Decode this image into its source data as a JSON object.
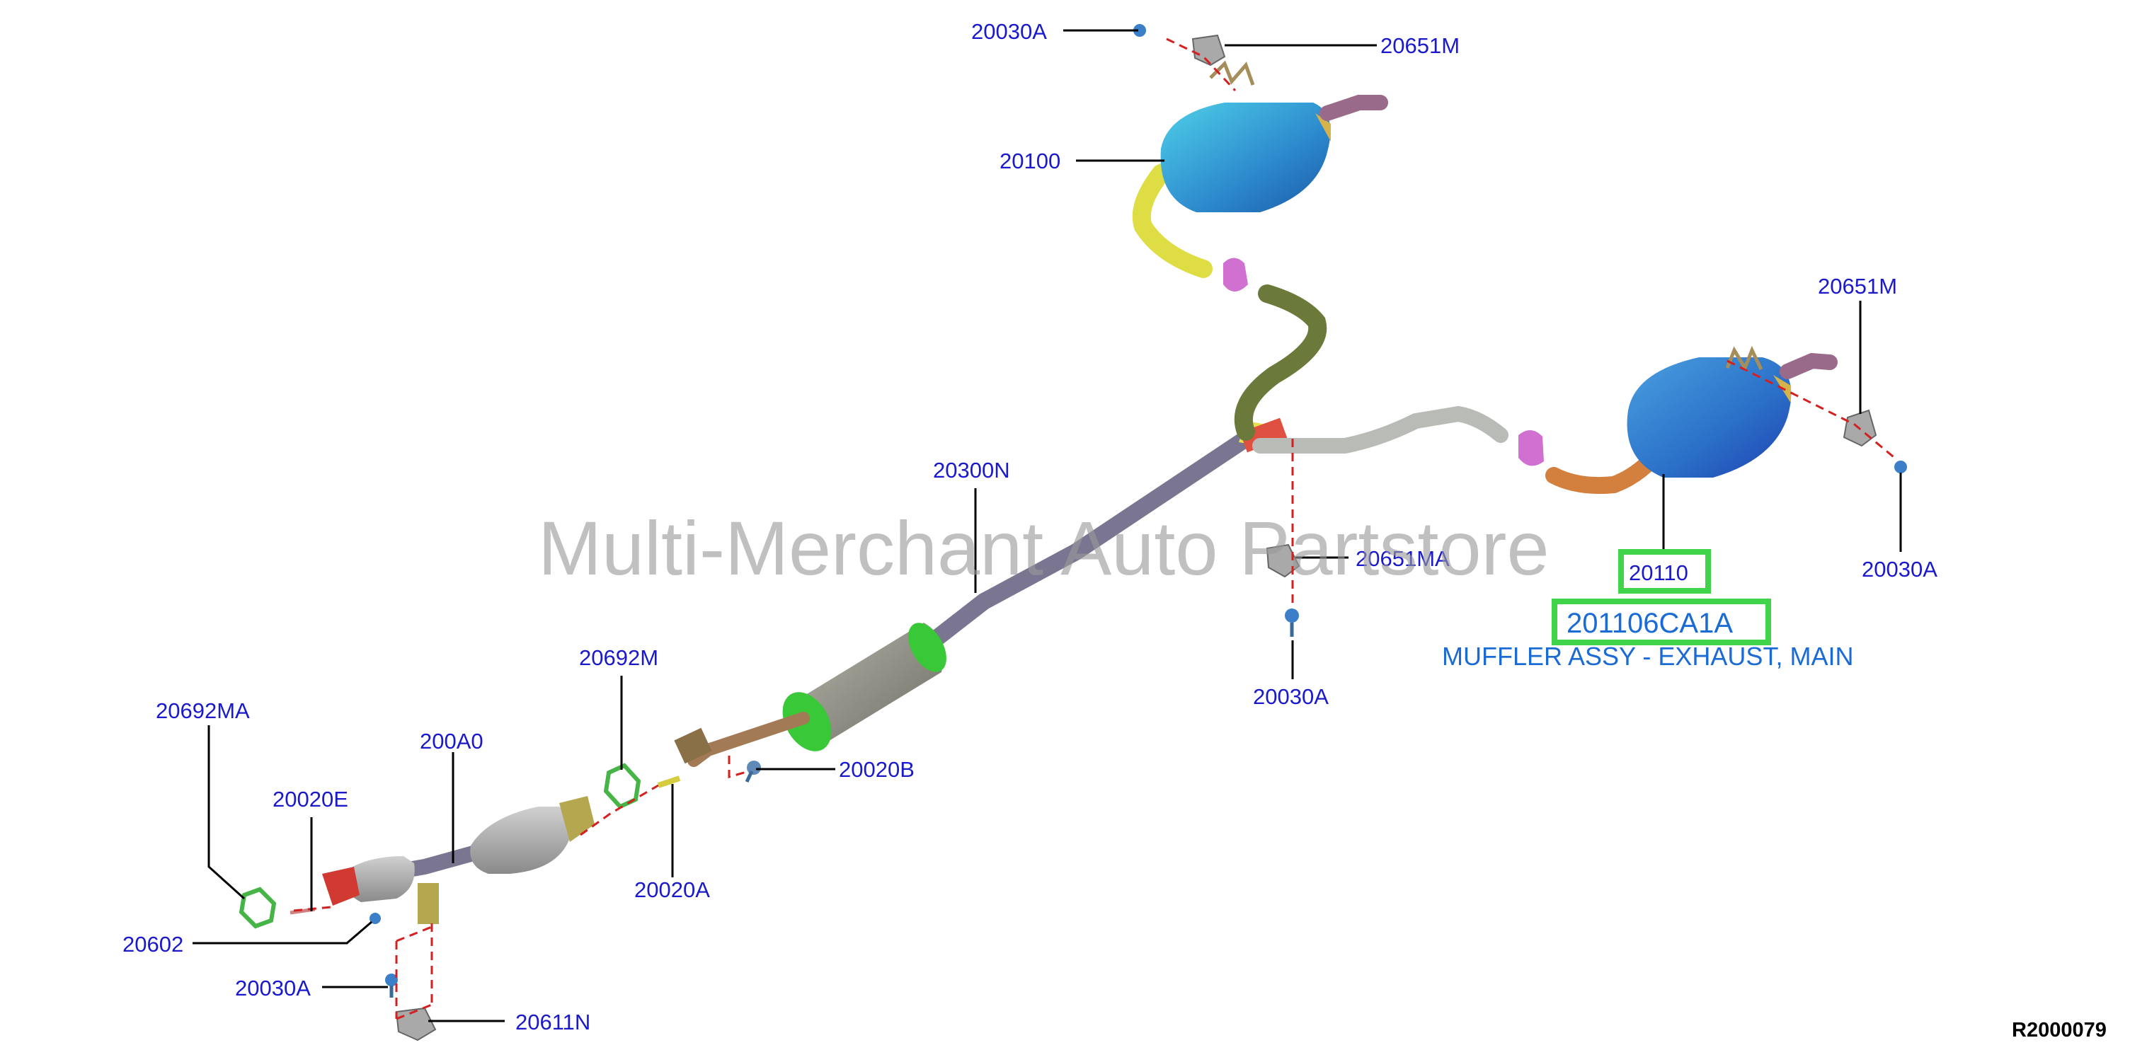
{
  "watermark": "Multi-Merchant Auto Partstore",
  "reference_code": "R2000079",
  "selected_part": {
    "callout": "20110",
    "part_number": "201106CA1A",
    "description": "MUFFLER ASSY - EXHAUST, MAIN"
  },
  "callouts": {
    "c_20030A_top": "20030A",
    "c_20651M_top": "20651M",
    "c_20100": "20100",
    "c_20651M_right": "20651M",
    "c_20300N": "20300N",
    "c_20651MA": "20651MA",
    "c_20030A_right": "20030A",
    "c_20030A_center": "20030A",
    "c_20692M": "20692M",
    "c_20692MA": "20692MA",
    "c_200A0": "200A0",
    "c_20020E": "20020E",
    "c_20020B": "20020B",
    "c_20020A": "20020A",
    "c_20602": "20602",
    "c_20030A_bottom": "20030A",
    "c_20611N": "20611N"
  },
  "colors": {
    "callout_text": "#1a1acc",
    "highlight": "#3fd44a",
    "description_text": "#1a6bd6",
    "dashed_line": "#d42020",
    "main_muffler": "#2e86d0",
    "pipe_gray": "#7a7590",
    "resonator": "#8c8c82"
  }
}
